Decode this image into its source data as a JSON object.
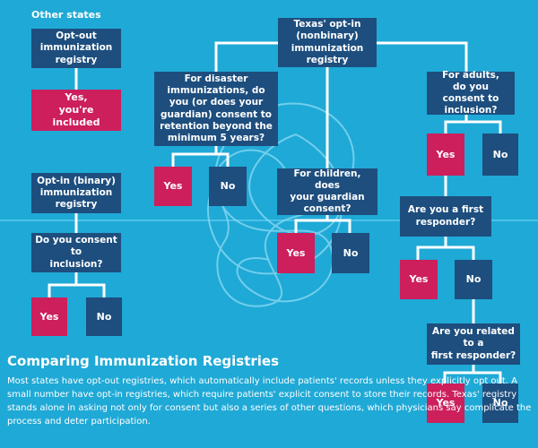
{
  "colors": {
    "background": "#1fa9d6",
    "question": "#1d4e7e",
    "yes": "#cc1f5c",
    "no": "#1d4e7e",
    "connector": "#ffffff"
  },
  "header": {
    "other_states": "Other states"
  },
  "nodes": {
    "opt_out": "Opt-out\nimmunization\nregistry",
    "opt_out_yes": "Yes,\nyou're included",
    "opt_in_binary": "Opt-in (binary)\nimmunization\nregistry",
    "consent_inclusion": "Do you consent to\ninclusion?",
    "consent_yes": "Yes",
    "consent_no": "No",
    "texas": "Texas' opt-in\n(nonbinary)\nimmunization\nregistry",
    "disaster": "For disaster\nimmunizations, do\nyou (or does your\nguardian) consent to\nretention beyond the\nminimum 5 years?",
    "disaster_yes": "Yes",
    "disaster_no": "No",
    "children": "For children, does\nyour guardian\nconsent?",
    "children_yes": "Yes",
    "children_no": "No",
    "adults": "For adults,\ndo you consent to\ninclusion?",
    "adults_yes": "Yes",
    "adults_no": "No",
    "first_responder": "Are you a first\nresponder?",
    "first_responder_yes": "Yes",
    "first_responder_no": "No",
    "related": "Are you related to a\nfirst responder?",
    "related_yes": "Yes",
    "related_no": "No"
  },
  "article": {
    "title": "Comparing Immunization Registries",
    "description": "Most states have opt-out registries, which automatically include patients' records unless they explicitly opt out. A small number have opt-in registries, which require patients' explicit consent to store their records. Texas' registry stands alone in asking not only for consent but also a series of other questions, which physicians say complicate the process and deter participation."
  }
}
